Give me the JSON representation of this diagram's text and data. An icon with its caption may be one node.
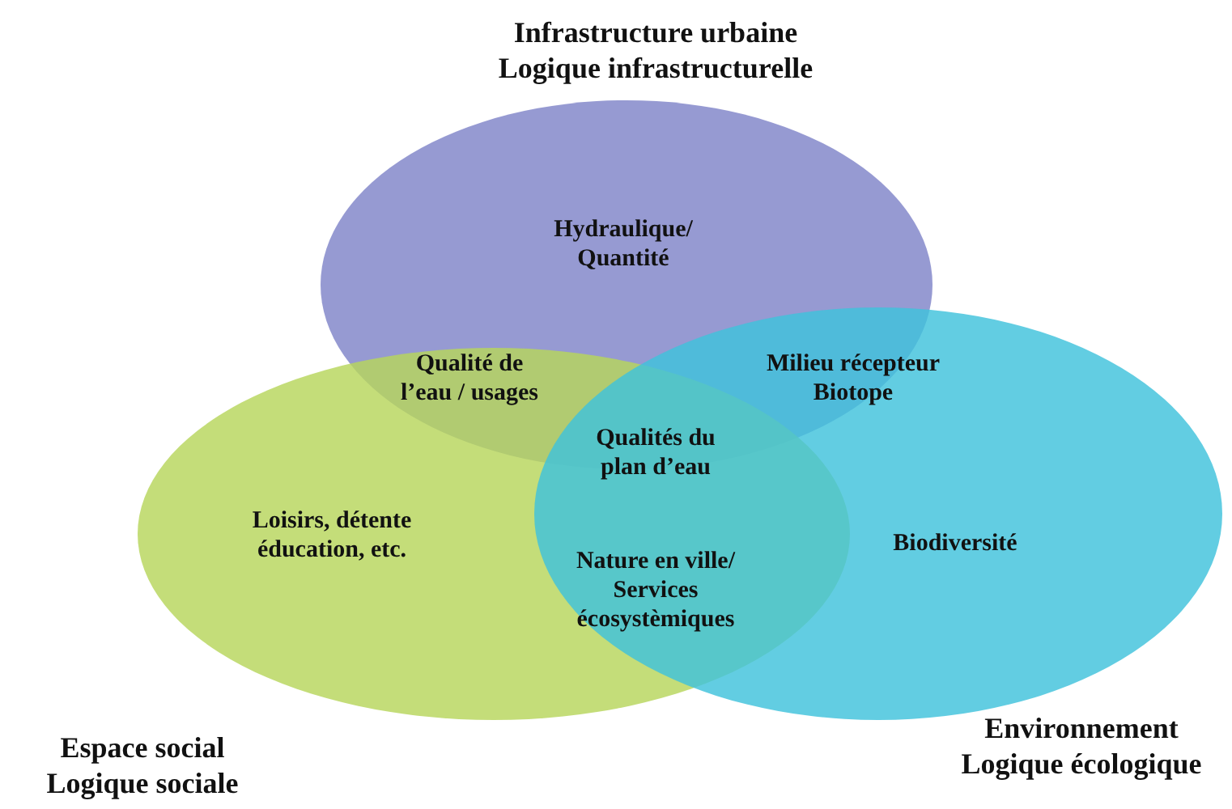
{
  "diagram": {
    "nodes": [
      {
        "text": [
          "Infrastructure urbaine Logique infrastructurelle",
          "Hydraulique/ Quantité"
        ]
      },
      {
        "text": [
          "Loisirs, détente éducation, etc.",
          "Espace social Logique sociale"
        ]
      },
      {
        "text": [
          "Biodiversité",
          "Environnement Logique écologique"
        ]
      }
    ],
    "edges": [],
    "labels": [
      "Qualité de l’eau / usages",
      "Milieu récepteur Biotope",
      "Qualités du plan d’eau",
      "Nature en ville/ Services écosystèmiques"
    ]
  }
}
